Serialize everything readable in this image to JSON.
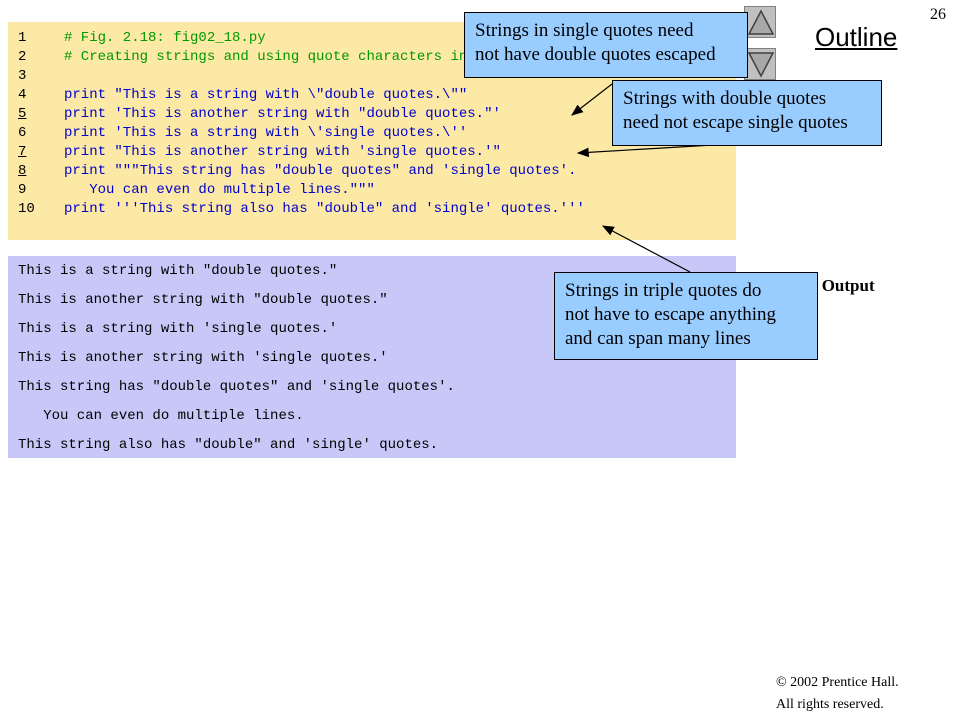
{
  "page_number": "26",
  "nav": {
    "title": "Outline"
  },
  "code": {
    "lines": [
      {
        "num": "1",
        "text": "# Fig. 2.18: fig02_18.py",
        "comment": true
      },
      {
        "num": "2",
        "text": "# Creating strings and using quote characters in strings.",
        "comment": true
      },
      {
        "num": "3",
        "text": "",
        "comment": false
      },
      {
        "num": "4",
        "text": "print \"This is a string with \\\"double quotes.\\\"\"",
        "comment": false
      },
      {
        "num": "5",
        "text": "print 'This is another string with \"double quotes.\"'",
        "comment": false
      },
      {
        "num": "6",
        "text": "print 'This is a string with \\'single quotes.\\''",
        "comment": false
      },
      {
        "num": "7",
        "text": "print \"This is another string with 'single quotes.'\"",
        "comment": false
      },
      {
        "num": "8",
        "text": "print \"\"\"This string has \"double quotes\" and 'single quotes'.",
        "comment": false
      },
      {
        "num": "9",
        "text": "   You can even do multiple lines.\"\"\"",
        "comment": false
      },
      {
        "num": "10",
        "text": "print '''This string also has \"double\" and 'single' quotes.'''",
        "comment": false
      }
    ]
  },
  "output": {
    "lines": [
      "This is a string with \"double quotes.\"",
      "This is another string with \"double quotes.\"",
      "This is a string with 'single quotes.'",
      "This is another string with 'single quotes.'",
      "This string has \"double quotes\" and 'single quotes'.",
      "   You can even do multiple lines.",
      "This string also has \"double\" and 'single' quotes."
    ]
  },
  "fig_heading": "n Output",
  "callouts": {
    "single_quotes": [
      "Strings in single quotes need",
      "not have double quotes escaped"
    ],
    "double_quotes": [
      "Strings with double quotes",
      "need not escape single quotes"
    ],
    "triple_quotes": [
      "Strings in triple quotes do",
      "not have to escape anything",
      "and can span many lines"
    ]
  },
  "copyright": {
    "line1": "© 2002 Prentice Hall.",
    "line2": "All rights reserved."
  }
}
